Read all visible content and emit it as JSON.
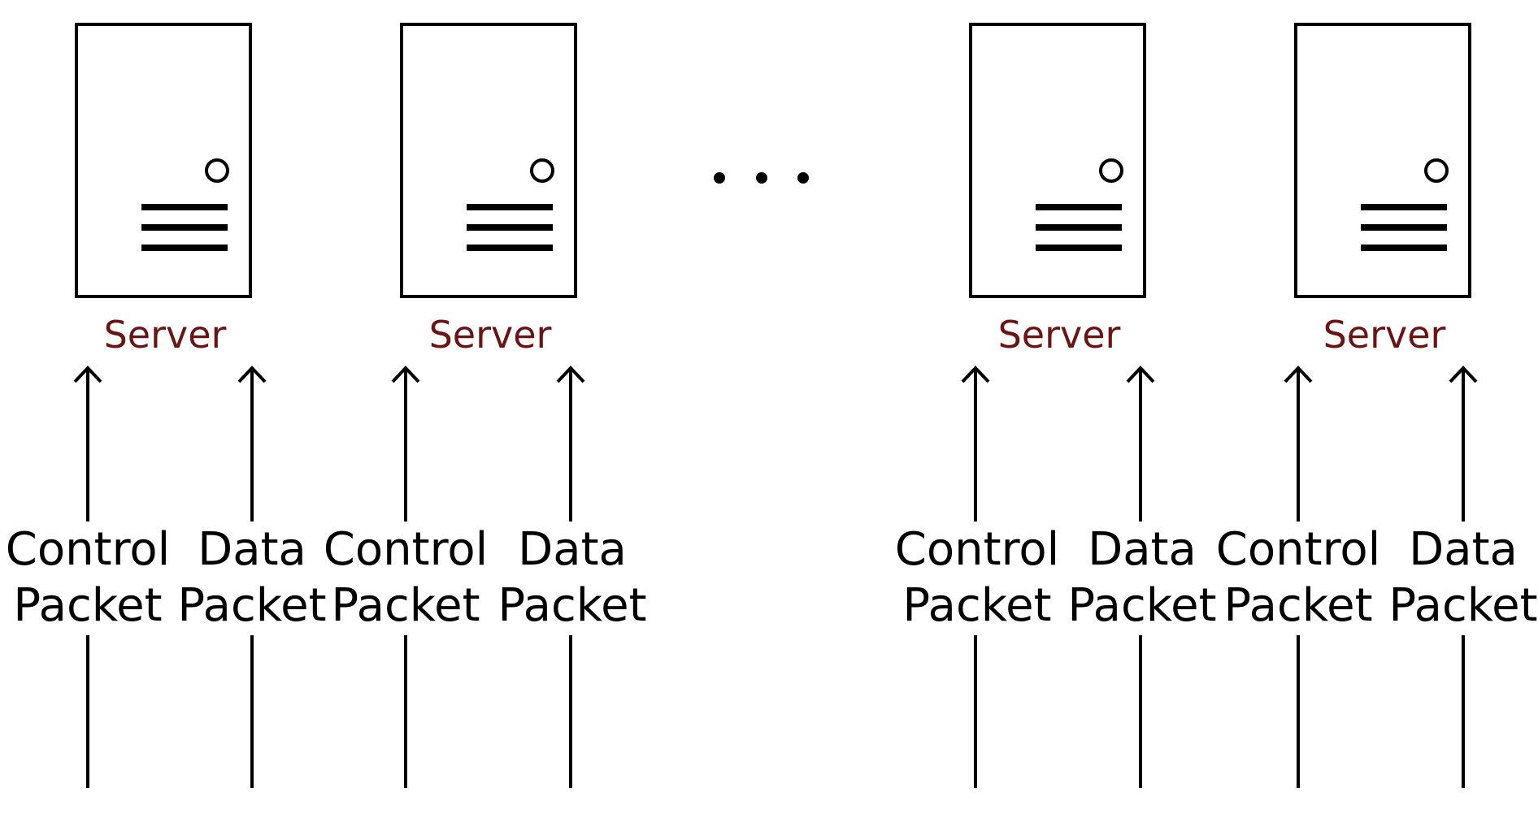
{
  "servers": [
    {
      "label": "Server"
    },
    {
      "label": "Server"
    },
    {
      "label": "Server"
    },
    {
      "label": "Server"
    }
  ],
  "packets": [
    {
      "line1": "Control",
      "line2": "Packet"
    },
    {
      "line1": "Data",
      "line2": "Packet"
    },
    {
      "line1": "Control",
      "line2": "Packet"
    },
    {
      "line1": "Data",
      "line2": "Packet"
    },
    {
      "line1": "Control",
      "line2": "Packet"
    },
    {
      "line1": "Data",
      "line2": "Packet"
    },
    {
      "line1": "Control",
      "line2": "Packet"
    },
    {
      "line1": "Data",
      "line2": "Packet"
    }
  ],
  "ellipsis_icon": "horizontal-ellipsis",
  "colors": {
    "server_label": "#6b1414",
    "stroke": "#000000"
  }
}
